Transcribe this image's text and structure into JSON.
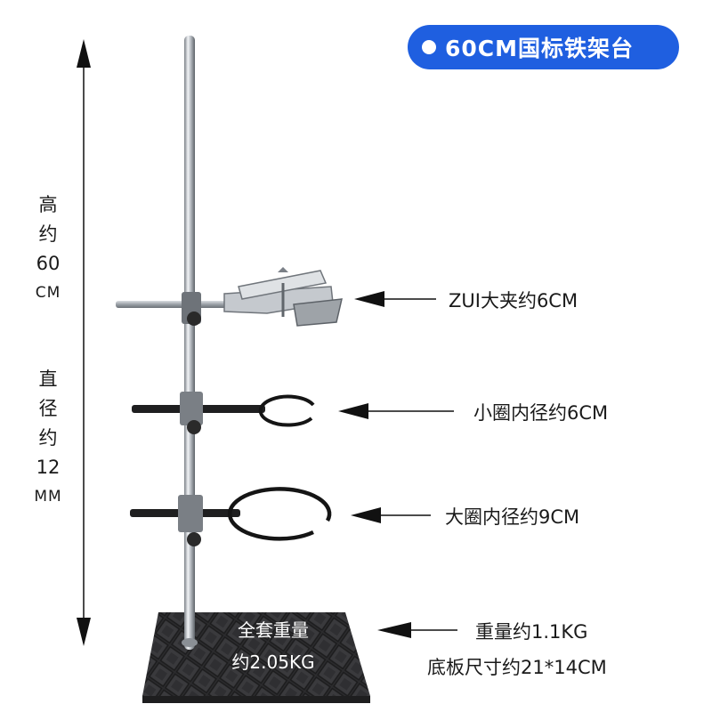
{
  "badge": {
    "text": "60CM国标铁架台"
  },
  "height_label": {
    "lines": [
      "高",
      "约",
      "60",
      "CM"
    ]
  },
  "diameter_label": {
    "lines": [
      "直",
      "径",
      "约",
      "12",
      "MM"
    ]
  },
  "callouts": {
    "clamp": "ZUI大夹约6CM",
    "small_ring": "小圈内径约6CM",
    "large_ring": "大圈内径约9CM",
    "weight": "重量约1.1KG",
    "base_size": "底板尺寸约21*14CM"
  },
  "base_overlay": {
    "line1": "全套重量",
    "line2": "约2.05KG"
  },
  "colors": {
    "badge": "#1f5fe0",
    "base": "#2b2b2b",
    "rod": "#c8ccd0"
  }
}
